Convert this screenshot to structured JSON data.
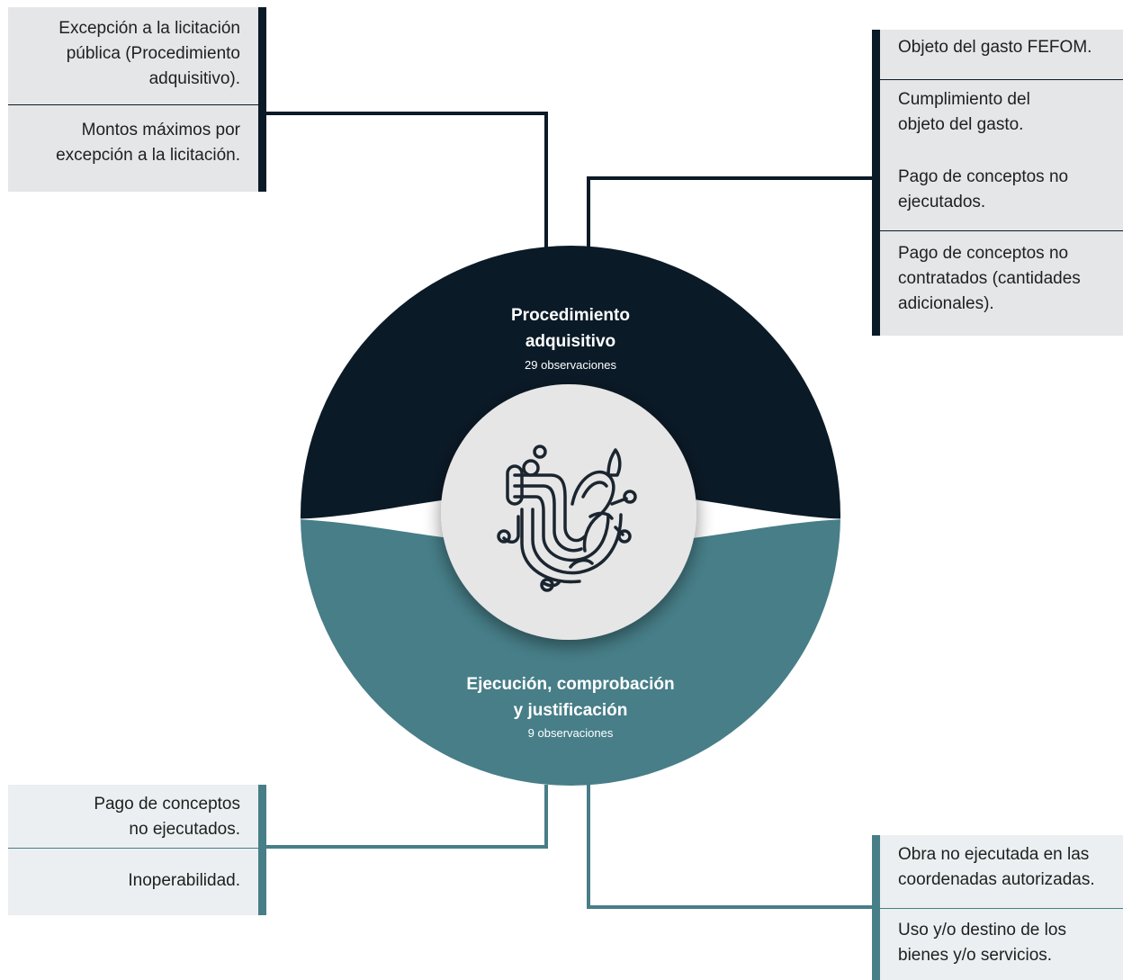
{
  "colors": {
    "dark": "#0b1a27",
    "teal": "#477e88",
    "box_top": "#e4e6e8",
    "box_bottom": "#ebeff1",
    "line_dark": "#0b1a27",
    "line_teal": "#477e88",
    "center": "#e6e6e6"
  },
  "segments": {
    "top": {
      "title_line1": "Procedimiento",
      "title_line2": "adquisitivo",
      "count": "29 observaciones"
    },
    "bottom": {
      "title_line1": "Ejecución, comprobación",
      "title_line2": "y justificación",
      "count": "9 observaciones"
    }
  },
  "center_logo": {
    "icon": "institutional-emblem-icon"
  },
  "boxes": {
    "top_left": [
      "Excepción a la licitación pública (Procedimiento adquisitivo).",
      "Montos máximos por excepción a la licitación."
    ],
    "top_right": [
      "Objeto del gasto FEFOM.",
      "Cumplimiento del objeto del gasto.",
      "Pago de conceptos no ejecutados.",
      "Pago de conceptos no contratados (cantidades adicionales)."
    ],
    "bottom_left": [
      "Pago de conceptos no ejecutados.",
      "Inoperabilidad."
    ],
    "bottom_right": [
      "Obra no ejecutada en las coordenadas autorizadas.",
      "Uso y/o destino de los bienes y/o servicios."
    ]
  }
}
